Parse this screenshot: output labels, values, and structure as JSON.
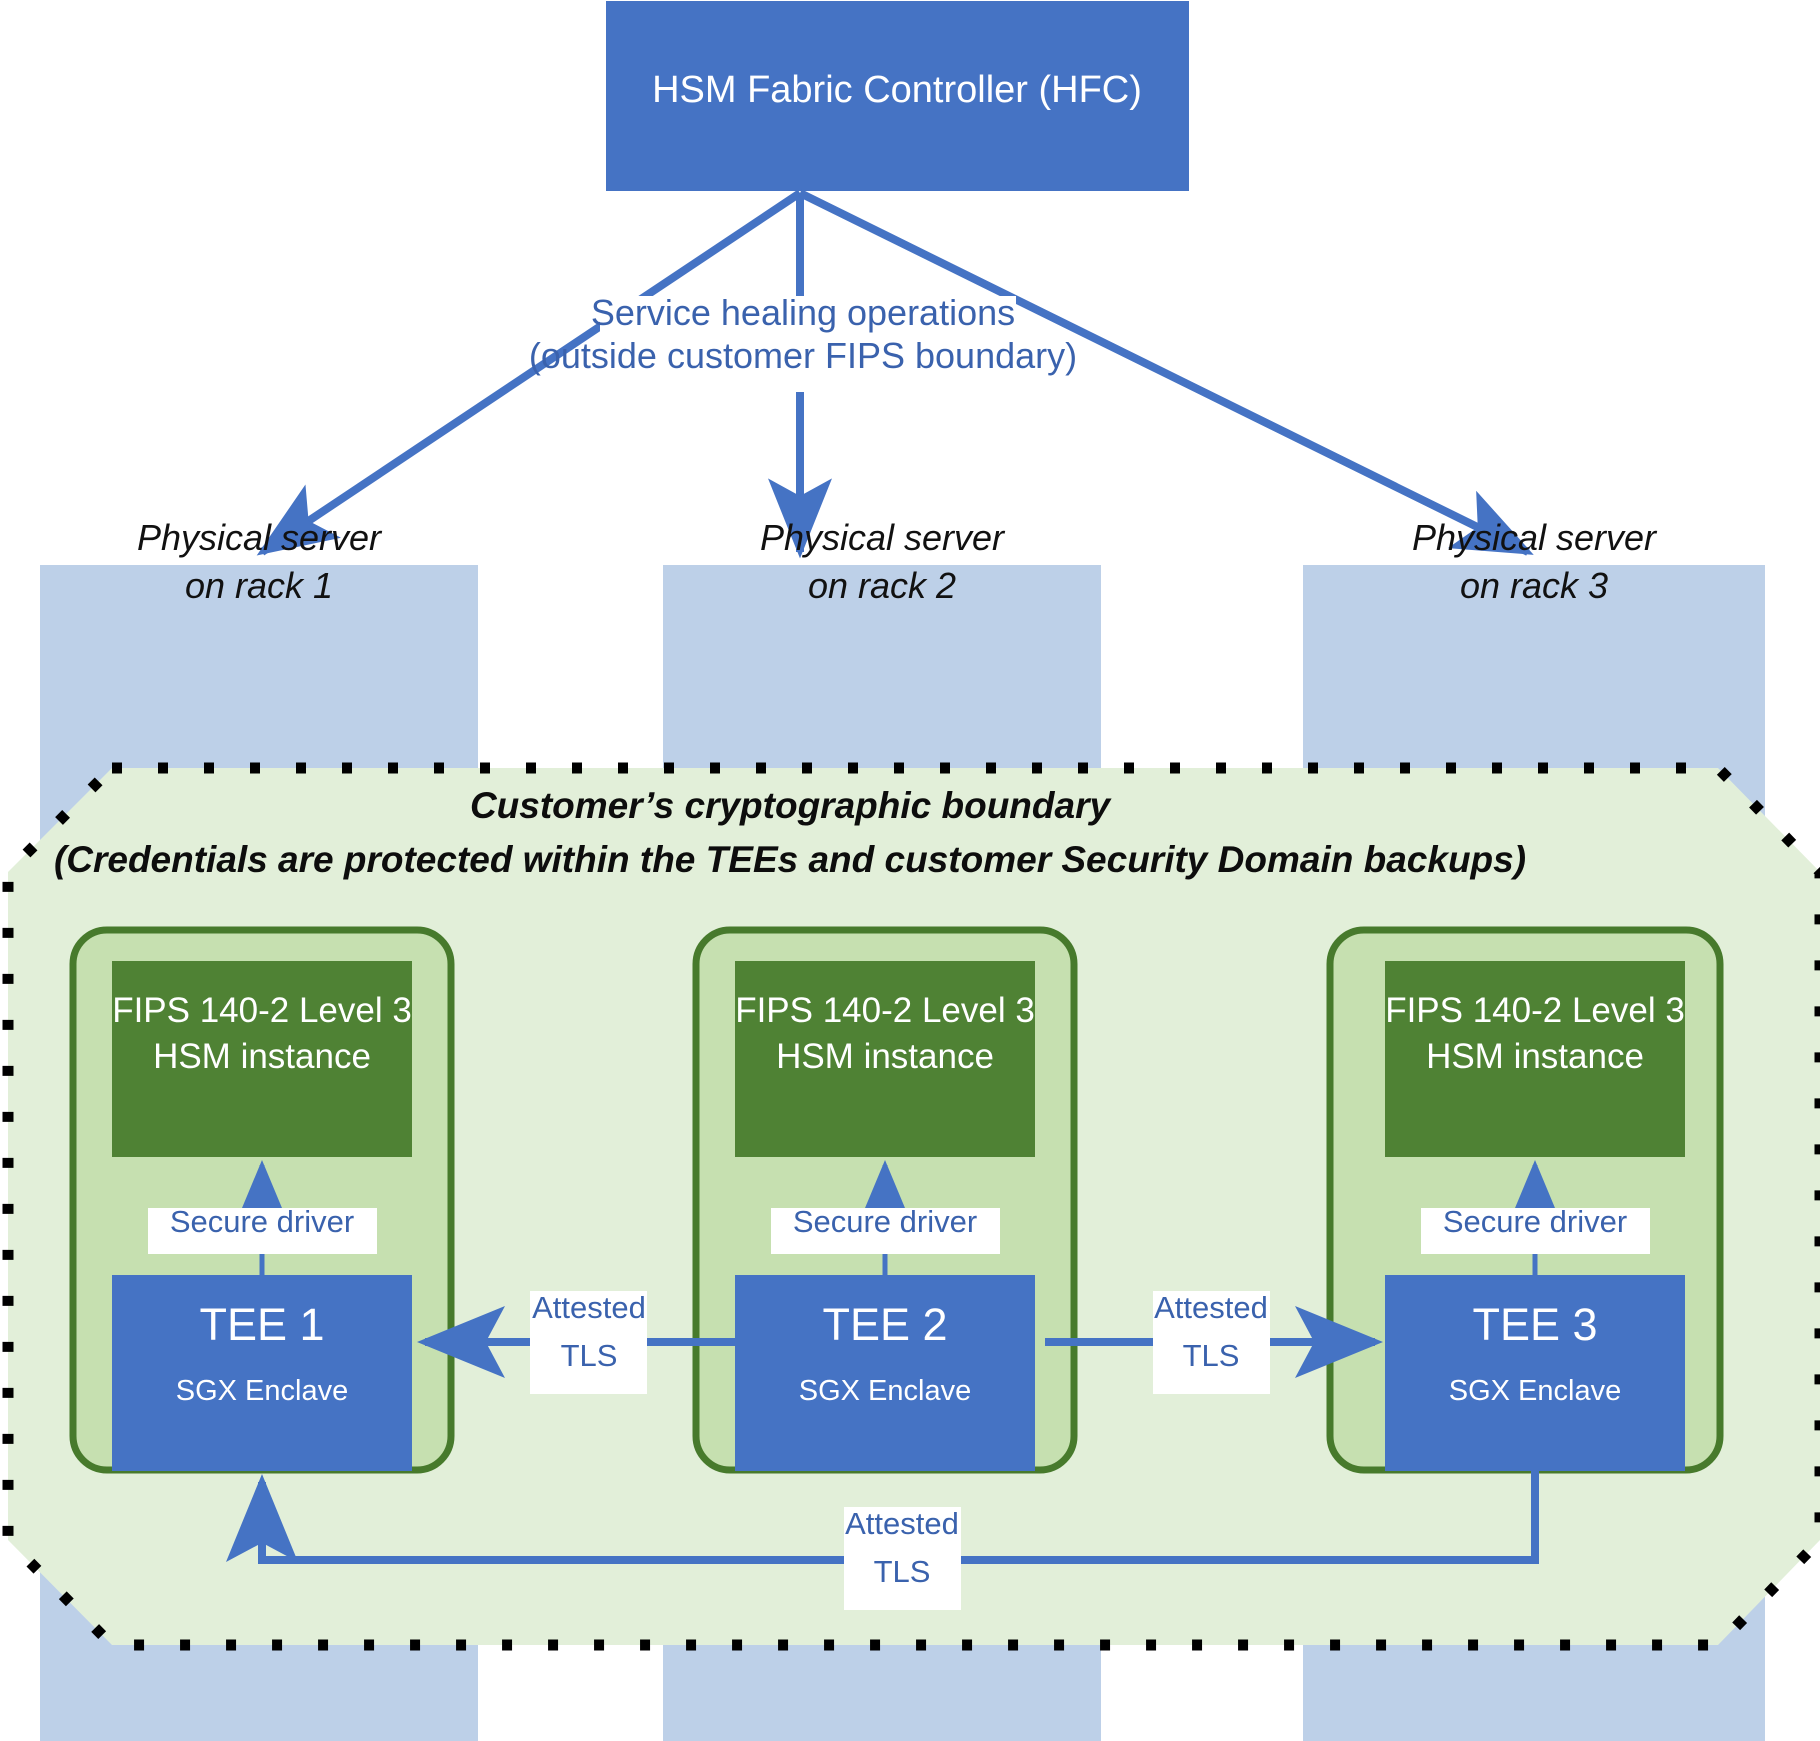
{
  "diagram": {
    "title_box": {
      "label": "HSM Fabric Controller (HFC)"
    },
    "healing_note": {
      "line1": "Service healing operations",
      "line2": "(outside customer FIPS boundary)"
    },
    "physical_servers": [
      {
        "line1": "Physical server",
        "line2": "on rack 1"
      },
      {
        "line1": "Physical server",
        "line2": "on rack 2"
      },
      {
        "line1": "Physical server",
        "line2": "on rack 3"
      }
    ],
    "boundary": {
      "title": "Customer’s cryptographic boundary",
      "subtitle": "(Credentials are protected within the TEEs and customer Security Domain backups)"
    },
    "enclave_groups": [
      {
        "hsm_line1": "FIPS 140-2 Level 3",
        "hsm_line2": "HSM instance",
        "driver_label": "Secure driver",
        "tee_title": "TEE 1",
        "tee_sub": "SGX Enclave"
      },
      {
        "hsm_line1": "FIPS 140-2 Level 3",
        "hsm_line2": "HSM instance",
        "driver_label": "Secure driver",
        "tee_title": "TEE 2",
        "tee_sub": "SGX Enclave"
      },
      {
        "hsm_line1": "FIPS 140-2 Level 3",
        "hsm_line2": "HSM instance",
        "driver_label": "Secure driver",
        "tee_title": "TEE 3",
        "tee_sub": "SGX Enclave"
      }
    ],
    "links": [
      {
        "line1": "Attested",
        "line2": "TLS"
      },
      {
        "line1": "Attested",
        "line2": "TLS"
      },
      {
        "line1": "Attested",
        "line2": "TLS"
      }
    ],
    "colors": {
      "accent_blue": "#4573c4",
      "server_blue": "#bdd0e8",
      "hsm_green": "#4f8234",
      "group_green_fill": "#c6e0b0",
      "group_green_stroke": "#477a2c",
      "boundary_fill": "#e2efd9",
      "boundary_stroke": "#000000",
      "label_blue_text": "#3a62ad",
      "white": "#ffffff"
    }
  }
}
